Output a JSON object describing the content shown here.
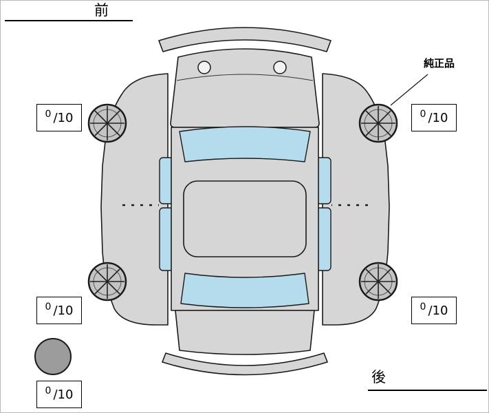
{
  "labels": {
    "front": "前",
    "rear": "後",
    "genuine_part": "純正品"
  },
  "tread_boxes": {
    "front_left": {
      "value": "0",
      "denominator": "/10"
    },
    "front_right": {
      "value": "0",
      "denominator": "/10"
    },
    "rear_left": {
      "value": "0",
      "denominator": "/10"
    },
    "rear_right": {
      "value": "0",
      "denominator": "/10"
    },
    "spare": {
      "value": "0",
      "denominator": "/10"
    }
  },
  "icons": {
    "wheel_front_left": "wheel-front-left-icon",
    "wheel_front_right": "wheel-front-right-icon",
    "wheel_rear_left": "wheel-rear-left-icon",
    "wheel_rear_right": "wheel-rear-right-icon",
    "spare_tire": "spare-tire-icon"
  },
  "colors": {
    "background": "#ffffff",
    "body": "#d6d6d6",
    "glass": "#b5dcec",
    "wheel": "#c4c4c4",
    "spare": "#9c9c9c",
    "line": "#1a1a1a"
  }
}
